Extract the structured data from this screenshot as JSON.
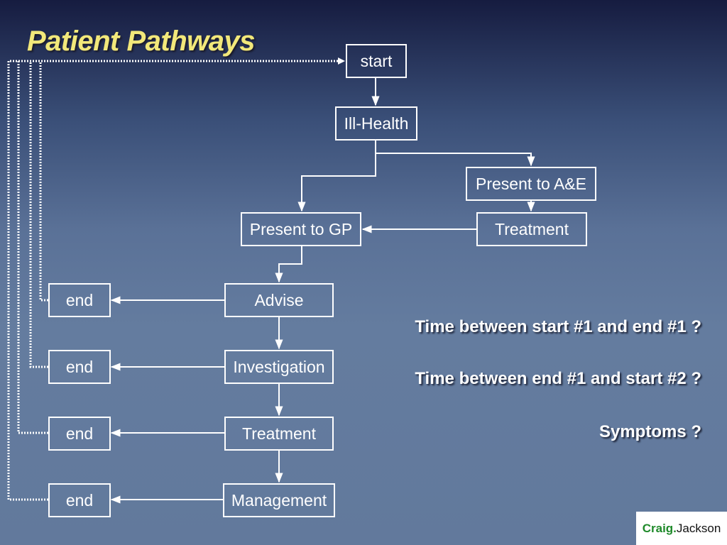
{
  "slide": {
    "title": "Patient Pathways"
  },
  "flow": {
    "start": "start",
    "ill_health": "Ill-Health",
    "present_ae": "Present to A&E",
    "treatment_ae": "Treatment",
    "present_gp": "Present to GP",
    "advise": "Advise",
    "investigation": "Investigation",
    "treatment": "Treatment",
    "management": "Management",
    "end_1": "end",
    "end_2": "end",
    "end_3": "end",
    "end_4": "end"
  },
  "notes": {
    "q1": "Time between start #1 and end #1 ?",
    "q2": "Time between end #1 and start #2 ?",
    "q3": "Symptoms ?"
  },
  "logo": {
    "first": "Craig.",
    "last": "Jackson"
  },
  "colors": {
    "title": "#f2e87a",
    "lines": "#ffffff",
    "logo_green": "#1f8a2a"
  }
}
